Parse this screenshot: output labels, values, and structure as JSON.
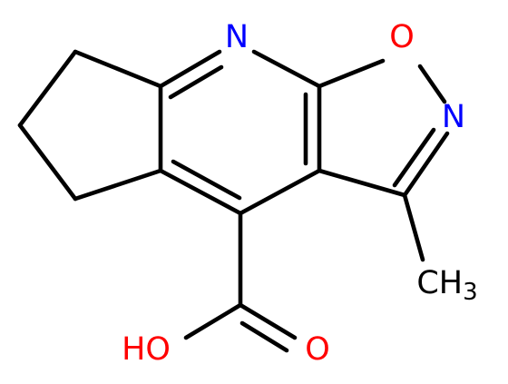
{
  "molecule": {
    "atoms": {
      "n_pyridine": {
        "label": "N",
        "element": "N",
        "color": "#0000ff"
      },
      "o_isoxazole": {
        "label": "O",
        "element": "O",
        "color": "#ff0000"
      },
      "n_isoxazole": {
        "label": "N",
        "element": "N",
        "color": "#0000ff"
      },
      "methyl": {
        "label_main": "CH",
        "label_sub": "3",
        "element": "C",
        "color": "#000000"
      },
      "hydroxyl": {
        "label": "HO",
        "element": "O",
        "color": "#ff0000"
      },
      "carbonyl_o": {
        "label": "O",
        "element": "O",
        "color": "#ff0000"
      }
    }
  }
}
